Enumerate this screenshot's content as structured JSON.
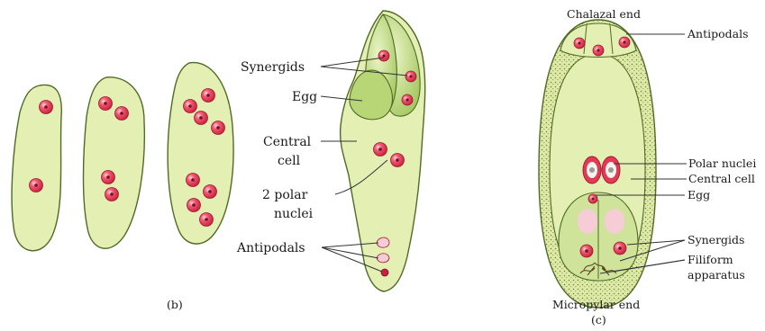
{
  "colors": {
    "cytoplasm": "#e4efb4",
    "cytoplasm_deep": "#c9e08a",
    "outline": "#4f6b25",
    "nucleus": "#e23a55",
    "nucleus_highlight": "#ffd7df",
    "nucleolus": "#7a0f22",
    "vacuole": "#f6ccd6",
    "wall_texture": "#6b8a3a",
    "label_text": "#1a1a1a"
  },
  "panel_b": {
    "caption": "(b)",
    "labels": {
      "synergids": "Synergids",
      "egg": "Egg",
      "central_cell_line1": "Central",
      "central_cell_line2": "cell",
      "polar_nuclei_line1": "2 polar",
      "polar_nuclei_line2": "nuclei",
      "antipodals": "Antipodals"
    },
    "stages": [
      {
        "stage": "2-nucleate",
        "nuclei_count": 2
      },
      {
        "stage": "4-nucleate",
        "nuclei_count": 4
      },
      {
        "stage": "8-nucleate",
        "nuclei_count": 8
      },
      {
        "stage": "7-celled, 8-nucleate embryo sac",
        "nuclei_count": 8
      }
    ]
  },
  "panel_c": {
    "caption": "(c)",
    "labels": {
      "chalazal_end": "Chalazal end",
      "antipodals": "Antipodals",
      "polar_nuclei": "Polar nuclei",
      "central_cell": "Central cell",
      "egg": "Egg",
      "synergids": "Synergids",
      "filiform_line1": "Filiform",
      "filiform_line2": "apparatus",
      "micropylar_end": "Micropylar end"
    }
  }
}
